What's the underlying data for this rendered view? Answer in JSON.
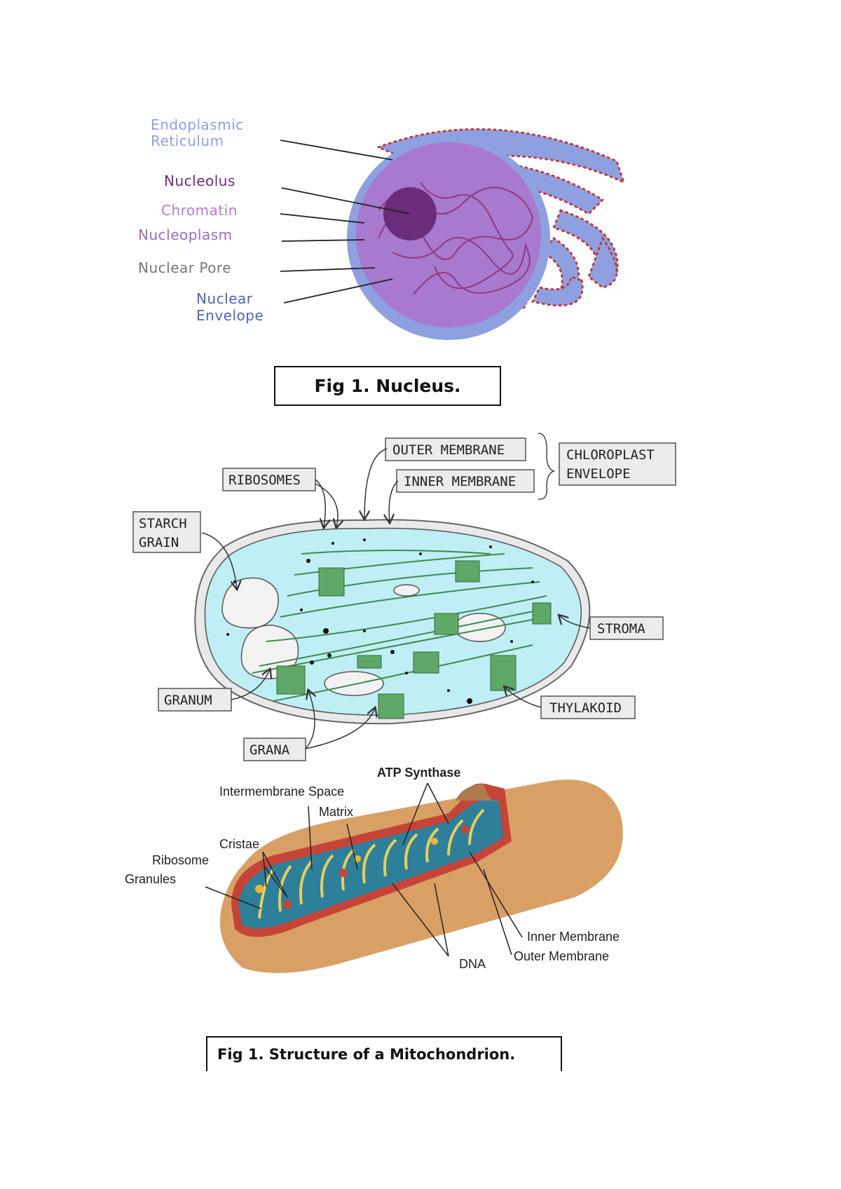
{
  "colors": {
    "er": "#8fa0e0",
    "nucleolus": "#6b2d7a",
    "chromatin": "#b77ad0",
    "nucleoplasm": "#9e6ac8",
    "pore": "#777777",
    "envelope": "#4d64b8",
    "stroma": "#bfeef5",
    "thylakoid": "#3f8a4c",
    "mito_outer": "#d9a066",
    "mito_matrix": "#2e7f9a"
  },
  "nucleus": {
    "labels": {
      "er_line1": "Endoplasmic",
      "er_line2": "Reticulum",
      "nucleolus": "Nucleolus",
      "chromatin": "Chromatin",
      "nucleoplasm": "Nucleoplasm",
      "pore": "Nuclear Pore",
      "env_line1": "Nuclear",
      "env_line2": "Envelope"
    },
    "caption": "Fig 1. Nucleus."
  },
  "chloroplast": {
    "labels": {
      "outer": "OUTER MEMBRANE",
      "inner": "INNER MEMBRANE",
      "envelope_line1": "CHLOROPLAST",
      "envelope_line2": "ENVELOPE",
      "ribosomes": "RIBOSOMES",
      "starch_line1": "STARCH",
      "starch_line2": "GRAIN",
      "stroma": "STROMA",
      "granum": "GRANUM",
      "thylakoid": "THYLAKOID",
      "grana": "GRANA"
    }
  },
  "mitochondrion": {
    "labels": {
      "atp": "ATP Synthase",
      "intermembrane": "Intermembrane Space",
      "matrix": "Matrix",
      "cristae": "Cristae",
      "ribosome": "Ribosome",
      "granules": "Granules",
      "inner": "Inner Membrane",
      "outer": "Outer Membrane",
      "dna": "DNA"
    },
    "caption": "Fig 1. Structure of a Mitochondrion."
  }
}
